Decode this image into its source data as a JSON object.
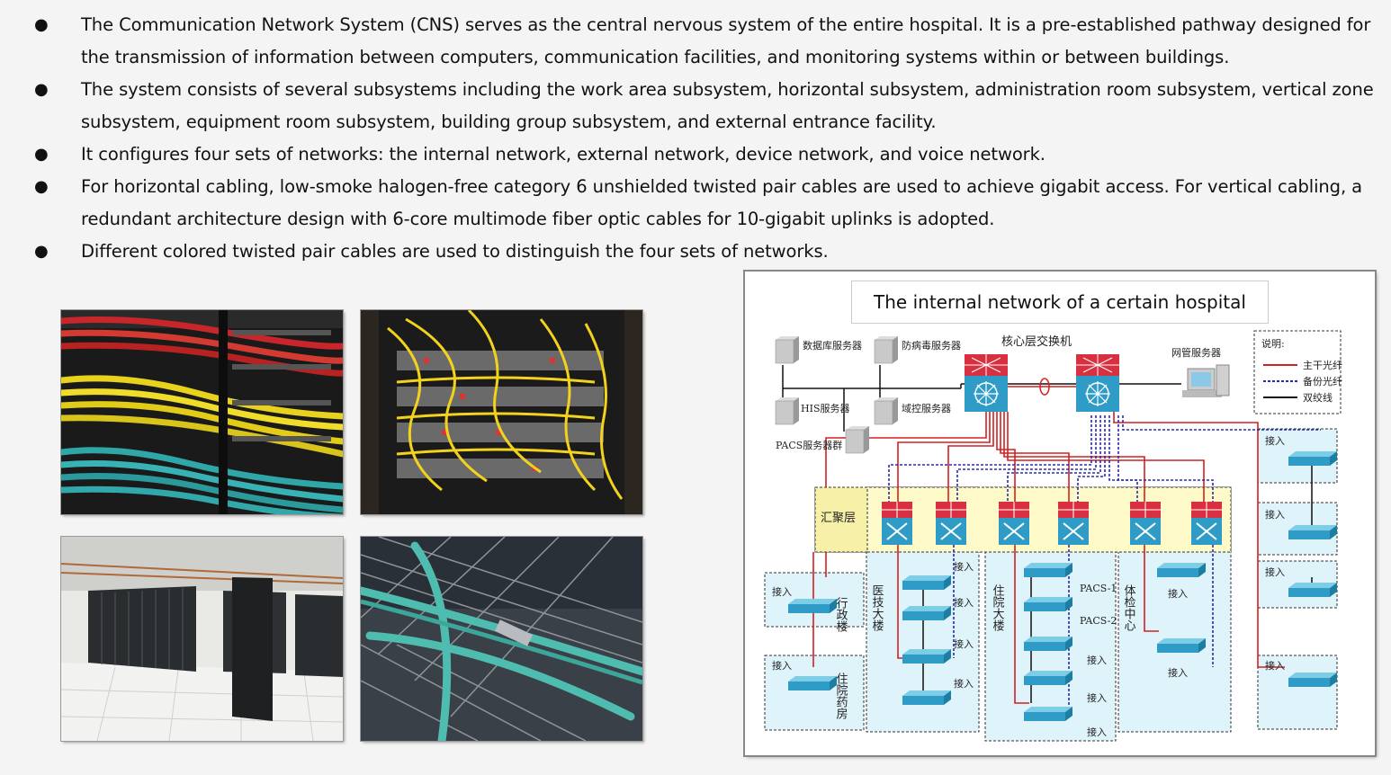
{
  "bullets": [
    {
      "marker": "●",
      "text": "The Communication Network System (CNS) serves as the central nervous system of the entire hospital. It is a pre-established pathway designed for the transmission of information between computers, communication facilities, and monitoring systems within or between buildings."
    },
    {
      "marker": "●",
      "text": "The system consists of several subsystems including the work area subsystem, horizontal subsystem, administration room subsystem, vertical zone subsystem, equipment room subsystem, building group subsystem, and external entrance facility."
    },
    {
      "marker": "●",
      "text": "It configures four sets of networks: the internal network, external network, device network, and voice network."
    },
    {
      "marker": "●",
      "text": "For horizontal cabling, low-smoke halogen-free category 6 unshielded twisted pair cables are used to achieve gigabit access. For vertical cabling, a redundant architecture design with 6-core multimode fiber optic cables for 10-gigabit uplinks is adopted."
    },
    {
      "marker": "●",
      "text": "Different colored twisted pair cables are used to distinguish the four sets of networks."
    }
  ],
  "diagram": {
    "title": "The internal network of a certain hospital",
    "core_label": "核心层交换机",
    "servers": {
      "database": "数据库服务器",
      "antivirus": "防病毒服务器",
      "his": "HIS服务器",
      "domain": "域控服务器",
      "pacs_group": "PACS服务器群",
      "nms": "网管服务器"
    },
    "legend": {
      "title": "说明:",
      "items": [
        {
          "label": "主干光纤",
          "color": "#d42020"
        },
        {
          "label": "备份光纤",
          "color": "#2a2ab0"
        },
        {
          "label": "双绞线",
          "color": "#111111"
        }
      ]
    },
    "aggregation_label": "汇聚层",
    "access_label": "接入",
    "buildings": {
      "admin": "行政楼",
      "inpatient_pharmacy": "住院药房",
      "medtech": "医技大楼",
      "inpatient": "住院大楼",
      "checkup": "体检中心"
    },
    "pacs1": "PACS-1",
    "pacs2": "PACS-2"
  }
}
